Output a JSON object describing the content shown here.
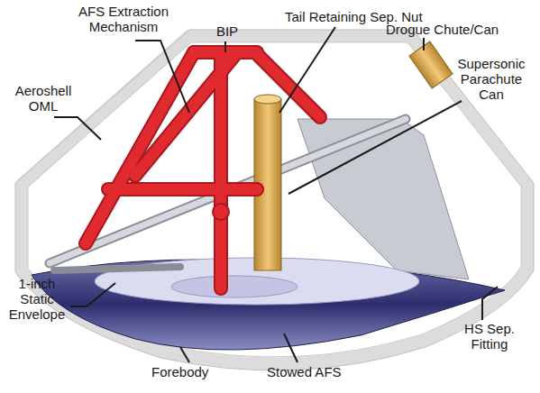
{
  "diagram": {
    "labels": [
      "AFS Extraction Mechanism",
      "BIP",
      "Tail Retaining Sep. Nut",
      "Drogue Chute/Can",
      "Supersonic Parachute Can",
      "Aeroshell OML",
      "1-inch Static Envelope",
      "Forebody",
      "Stowed AFS",
      "HS Sep. Fitting"
    ]
  }
}
